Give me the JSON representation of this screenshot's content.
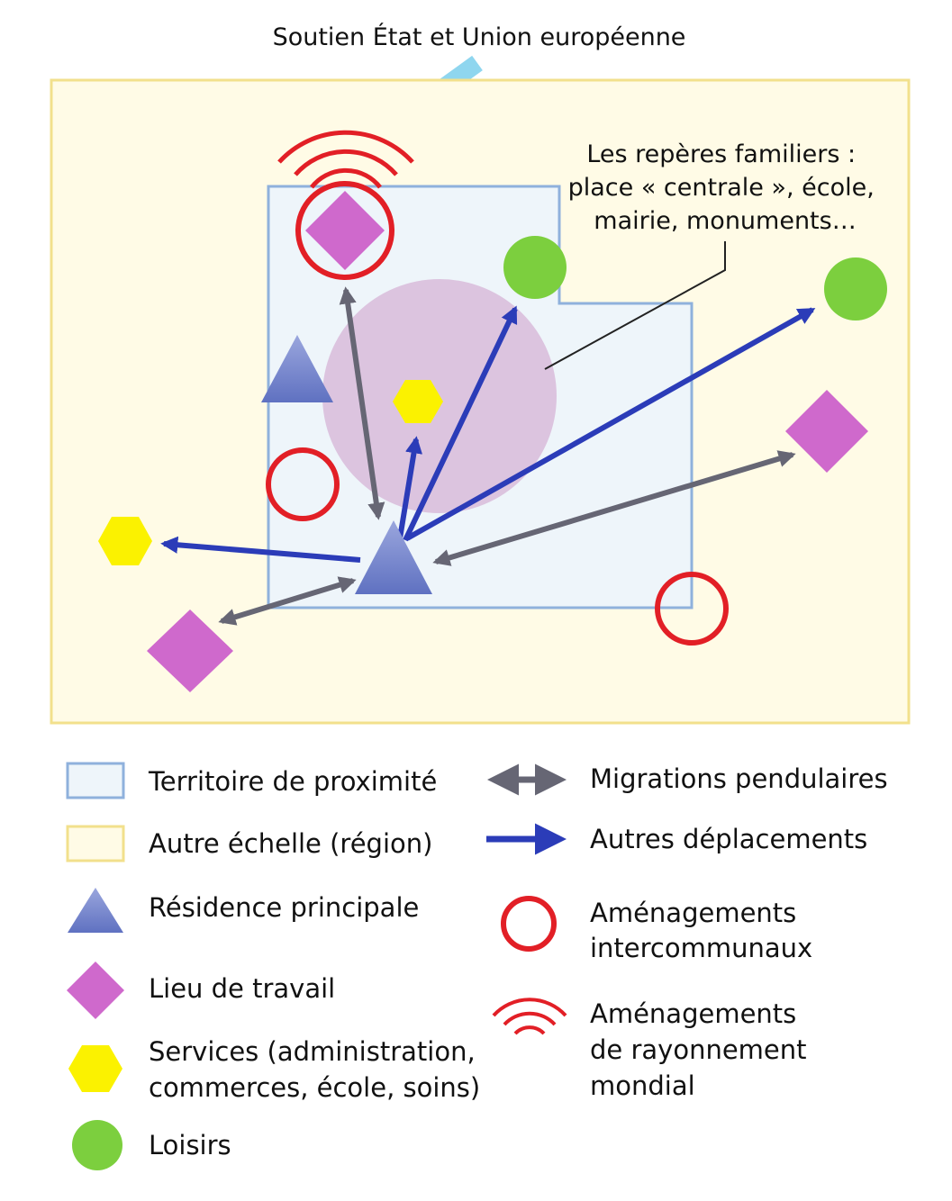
{
  "top_label": "Soutien État et Union européenne",
  "callout": {
    "lines": [
      "Les repères familiers :",
      "place « centrale », école,",
      "mairie, monuments…"
    ]
  },
  "colors": {
    "region_fill": "#fffbe6",
    "region_border": "#f2e08c",
    "territory_fill": "#eef5fa",
    "territory_border": "#8fb1dc",
    "central_disc": "#dcc4df",
    "work_magenta": "#cf69cc",
    "service_yellow": "#fbf200",
    "leisure_green": "#7ccf3e",
    "residence_blue": "#7d8ccf",
    "red": "#e21f26",
    "arrow_blue": "#2b3cb8",
    "arrow_gray": "#666674",
    "soutien_cyan": "#8fd6ef"
  },
  "legend": {
    "left": [
      {
        "id": "territoire",
        "lines": [
          "Territoire de proximité"
        ]
      },
      {
        "id": "region",
        "lines": [
          "Autre échelle (région)"
        ]
      },
      {
        "id": "residence",
        "lines": [
          "Résidence principale"
        ]
      },
      {
        "id": "travail",
        "lines": [
          "Lieu de travail"
        ]
      },
      {
        "id": "services",
        "lines": [
          "Services (administration,",
          "commerces, école, soins)"
        ]
      },
      {
        "id": "loisirs",
        "lines": [
          "Loisirs"
        ]
      }
    ],
    "right": [
      {
        "id": "migrations",
        "lines": [
          "Migrations pendulaires"
        ]
      },
      {
        "id": "deplacements",
        "lines": [
          "Autres déplacements"
        ]
      },
      {
        "id": "intercommunaux",
        "lines": [
          "Aménagements",
          "intercommunaux"
        ]
      },
      {
        "id": "mondial",
        "lines": [
          "Aménagements",
          "de rayonnement",
          "mondial"
        ]
      }
    ]
  }
}
